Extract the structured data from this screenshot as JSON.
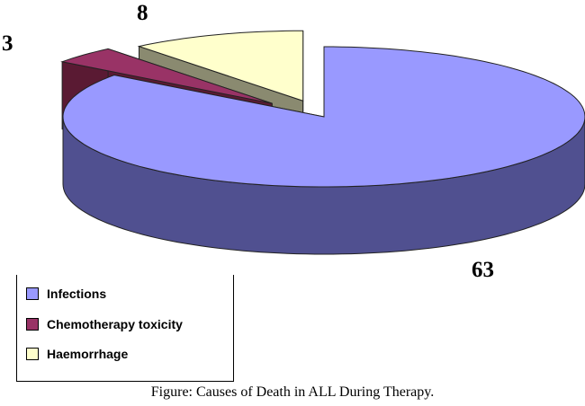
{
  "chart_data": {
    "type": "pie",
    "three_d": true,
    "exploded": true,
    "title": "",
    "categories": [
      "Infections",
      "Chemotherapy toxicity",
      "Haemorrhage"
    ],
    "values": [
      63,
      3,
      8
    ],
    "data_labels": [
      "63",
      "3",
      "8"
    ],
    "colors": [
      "#9999ff",
      "#993366",
      "#ffffcc"
    ],
    "side_colors": [
      "#505090",
      "#5a1a33",
      "#8a8a70"
    ],
    "legend_position": "bottom-left",
    "legend": [
      {
        "label": "Infections",
        "color": "#9999ff"
      },
      {
        "label": "Chemotherapy toxicity",
        "color": "#993366"
      },
      {
        "label": "Haemorrhage",
        "color": "#ffffcc"
      }
    ]
  },
  "caption": "Figure: Causes of Death in ALL During Therapy."
}
